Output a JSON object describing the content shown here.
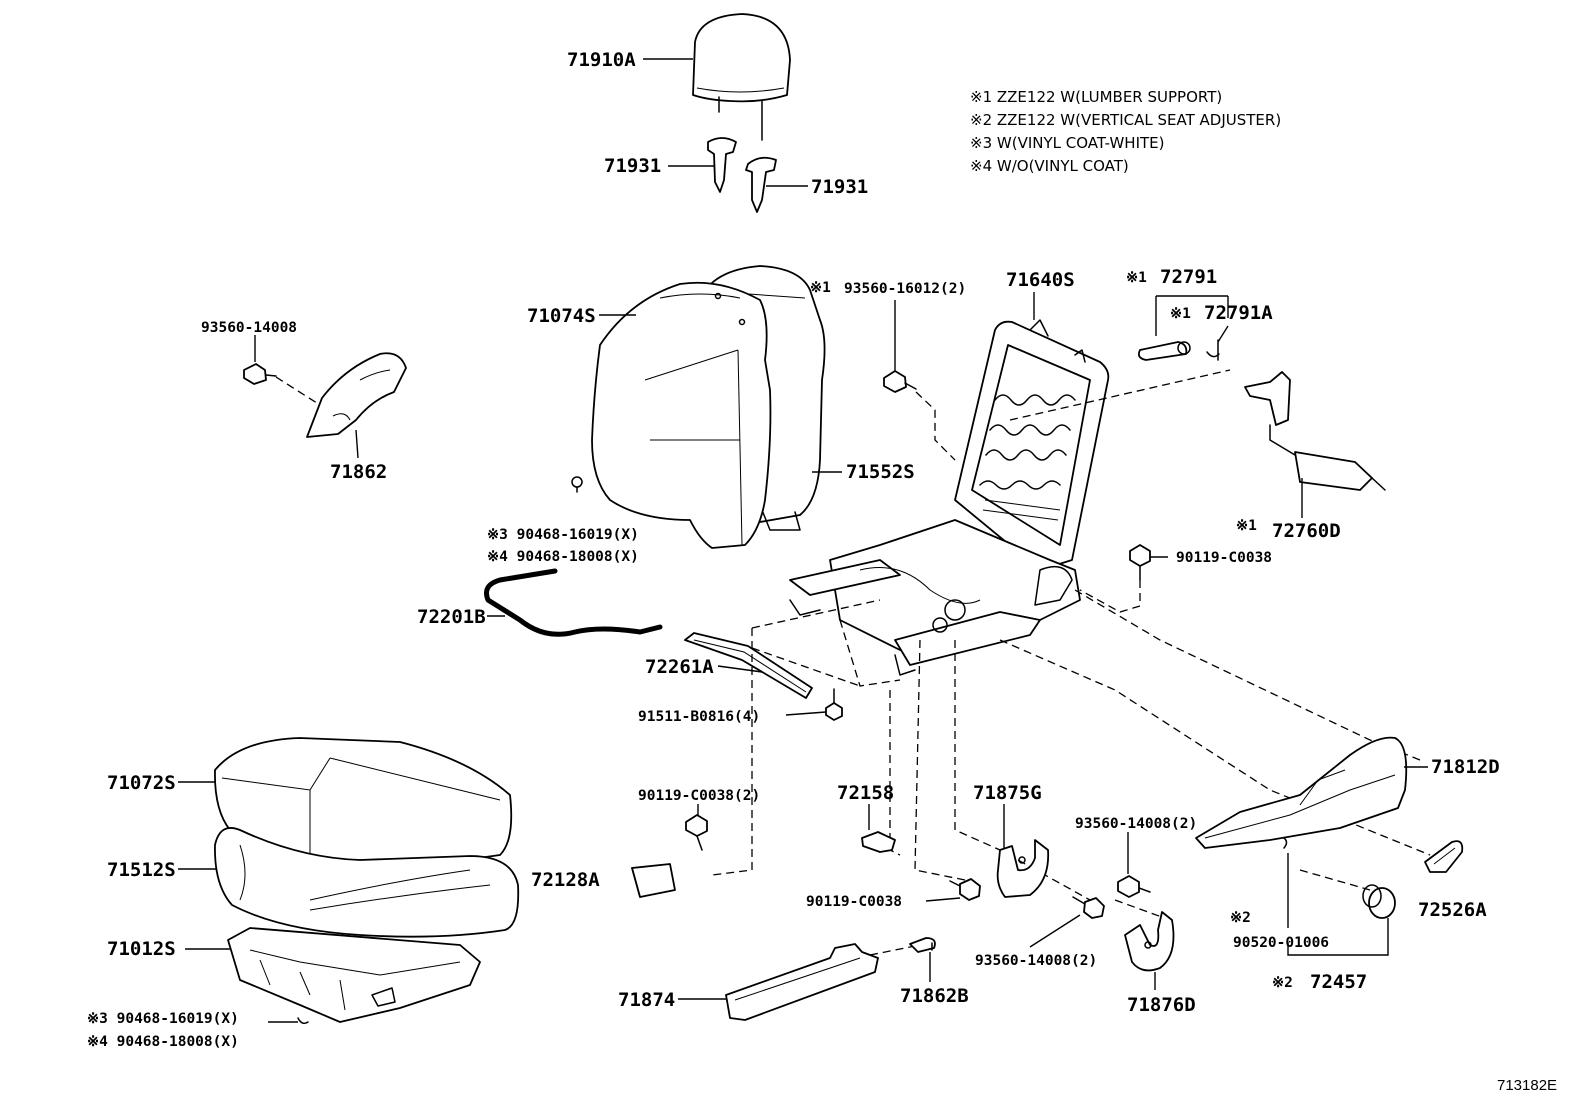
{
  "notes": [
    "※1 ZZE122 W(LUMBER SUPPORT)",
    "※2 ZZE122 W(VERTICAL SEAT ADJUSTER)",
    "※3 W(VINYL COAT-WHITE)",
    "※4 W/O(VINYL COAT)"
  ],
  "labels": {
    "p71910A": "71910A",
    "p71931a": "71931",
    "p71931b": "71931",
    "p93560_14008_top": "93560-14008",
    "p71862": "71862",
    "p71074S": "71074S",
    "p71552S": "71552S",
    "p93560_16012_mark": "※1",
    "p93560_16012": "93560-16012(2)",
    "p71640S": "71640S",
    "p72791_mark": "※1",
    "p72791": "72791",
    "p72791A_mark": "※1",
    "p72791A": "72791A",
    "p72760D_mark": "※1",
    "p72760D": "72760D",
    "p90468_top_3": "※3 90468-16019(X)",
    "p90468_top_4": "※4 90468-18008(X)",
    "p90119_right": "90119-C0038",
    "p72201B": "72201B",
    "p72261A": "72261A",
    "p91511": "91511-B0816(4)",
    "p71072S": "71072S",
    "p71512S": "71512S",
    "p71012S": "71012S",
    "p90119_2": "90119-C0038(2)",
    "p72128A": "72128A",
    "p72158": "72158",
    "p71875G": "71875G",
    "p90119_mid": "90119-C0038",
    "p93560_14008_2a": "93560-14008(2)",
    "p93560_14008_2b": "93560-14008(2)",
    "p71812D": "71812D",
    "p72526A": "72526A",
    "p90520_mark": "※2",
    "p90520": "90520-01006",
    "p72457_mark": "※2",
    "p72457": "72457",
    "p71874": "71874",
    "p71862B": "71862B",
    "p71876D": "71876D",
    "p90468_bot_3": "※3 90468-16019(X)",
    "p90468_bot_4": "※4 90468-18008(X)",
    "ref_code": "713182E"
  }
}
